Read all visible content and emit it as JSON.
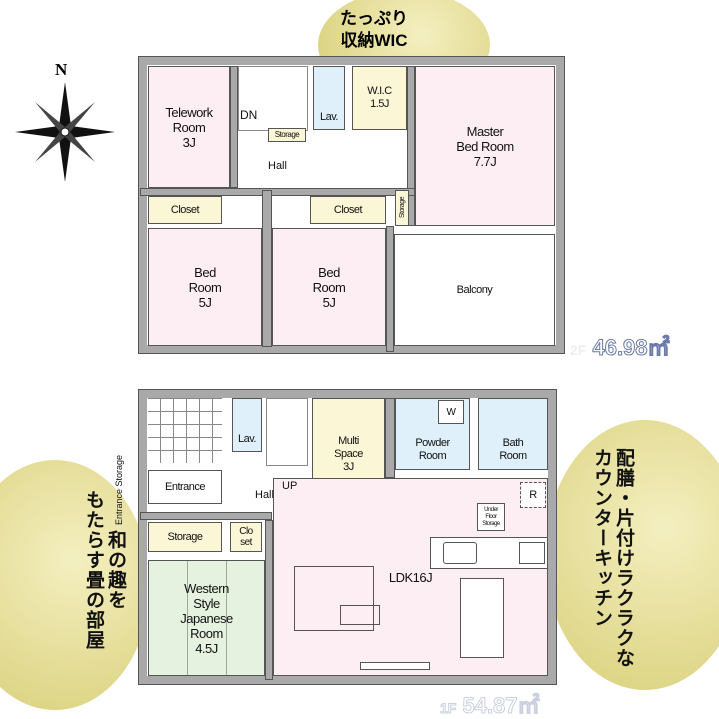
{
  "compass": {
    "north_label": "N"
  },
  "callouts": {
    "wic_top": [
      "たっぷり",
      "収納WIC"
    ],
    "kitchen": [
      "配膳・片付けラクラクな",
      "カウンターキッチン"
    ],
    "japanese": [
      "和の趣を",
      "もたらす畳の部屋"
    ]
  },
  "floor2": {
    "area_label": "2F",
    "area_value": "46.98㎡",
    "rooms": {
      "telework": [
        "Telework",
        "Room",
        "3J"
      ],
      "dn": "DN",
      "storage": "Storage",
      "lav": "Lav.",
      "wic": [
        "W.I.C",
        "1.5J"
      ],
      "master": [
        "Master",
        "Bed Room",
        "7.7J"
      ],
      "hall": "Hall",
      "closet1": "Closet",
      "closet2": "Closet",
      "storage_v": "Storage",
      "bed1": [
        "Bed",
        "Room",
        "5J"
      ],
      "bed2": [
        "Bed",
        "Room",
        "5J"
      ],
      "balcony": "Balcony"
    }
  },
  "floor1": {
    "area_label": "1F",
    "area_value": "54.87㎡",
    "rooms": {
      "entrance_storage": "Entrance Storage",
      "lav": "Lav.",
      "multi": [
        "Multi",
        "Space",
        "3J"
      ],
      "powder": [
        "Powder",
        "Room"
      ],
      "w": "W",
      "bath": [
        "Bath",
        "Room"
      ],
      "entrance": "Entrance",
      "hall": "Hall",
      "up": "UP",
      "r": "R",
      "under_floor": [
        "Under",
        "Floor",
        "Storage"
      ],
      "storage": "Storage",
      "closet": [
        "Clo",
        "set"
      ],
      "japanese": [
        "Western",
        "Style",
        "Japanese",
        "Room",
        "4.5J"
      ],
      "ldk": "LDK16J"
    }
  }
}
